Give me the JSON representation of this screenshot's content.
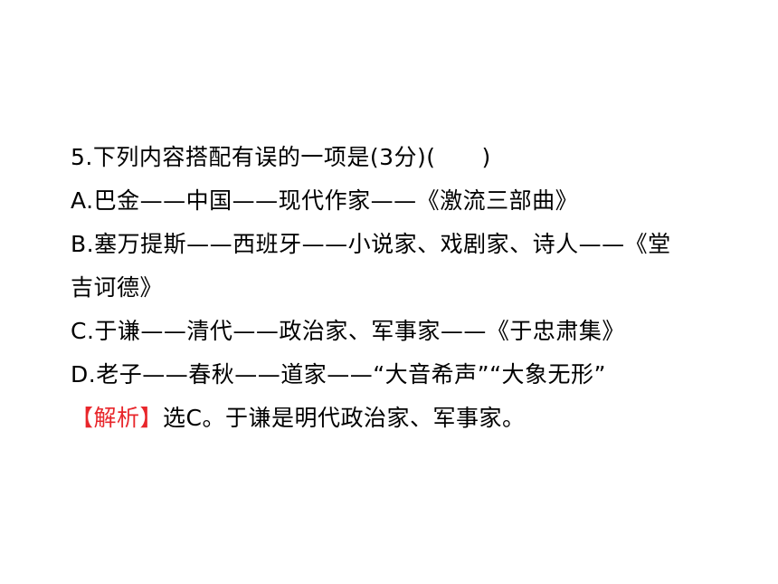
{
  "question": {
    "stem": "5.下列内容搭配有误的一项是(3分)(　　)",
    "options": [
      "A.巴金——中国——现代作家——《激流三部曲》",
      "B.塞万提斯——西班牙——小说家、戏剧家、诗人——《堂",
      "吉诃德》",
      "C.于谦——清代——政治家、军事家——《于忠肃集》",
      "D.老子——春秋——道家——“大音希声”“大象无形”"
    ]
  },
  "analysis": {
    "tag": "【解析】",
    "text": "选C。于谦是明代政治家、军事家。"
  },
  "colors": {
    "tag": "#e8262b",
    "text": "#000000",
    "background": "#ffffff"
  }
}
